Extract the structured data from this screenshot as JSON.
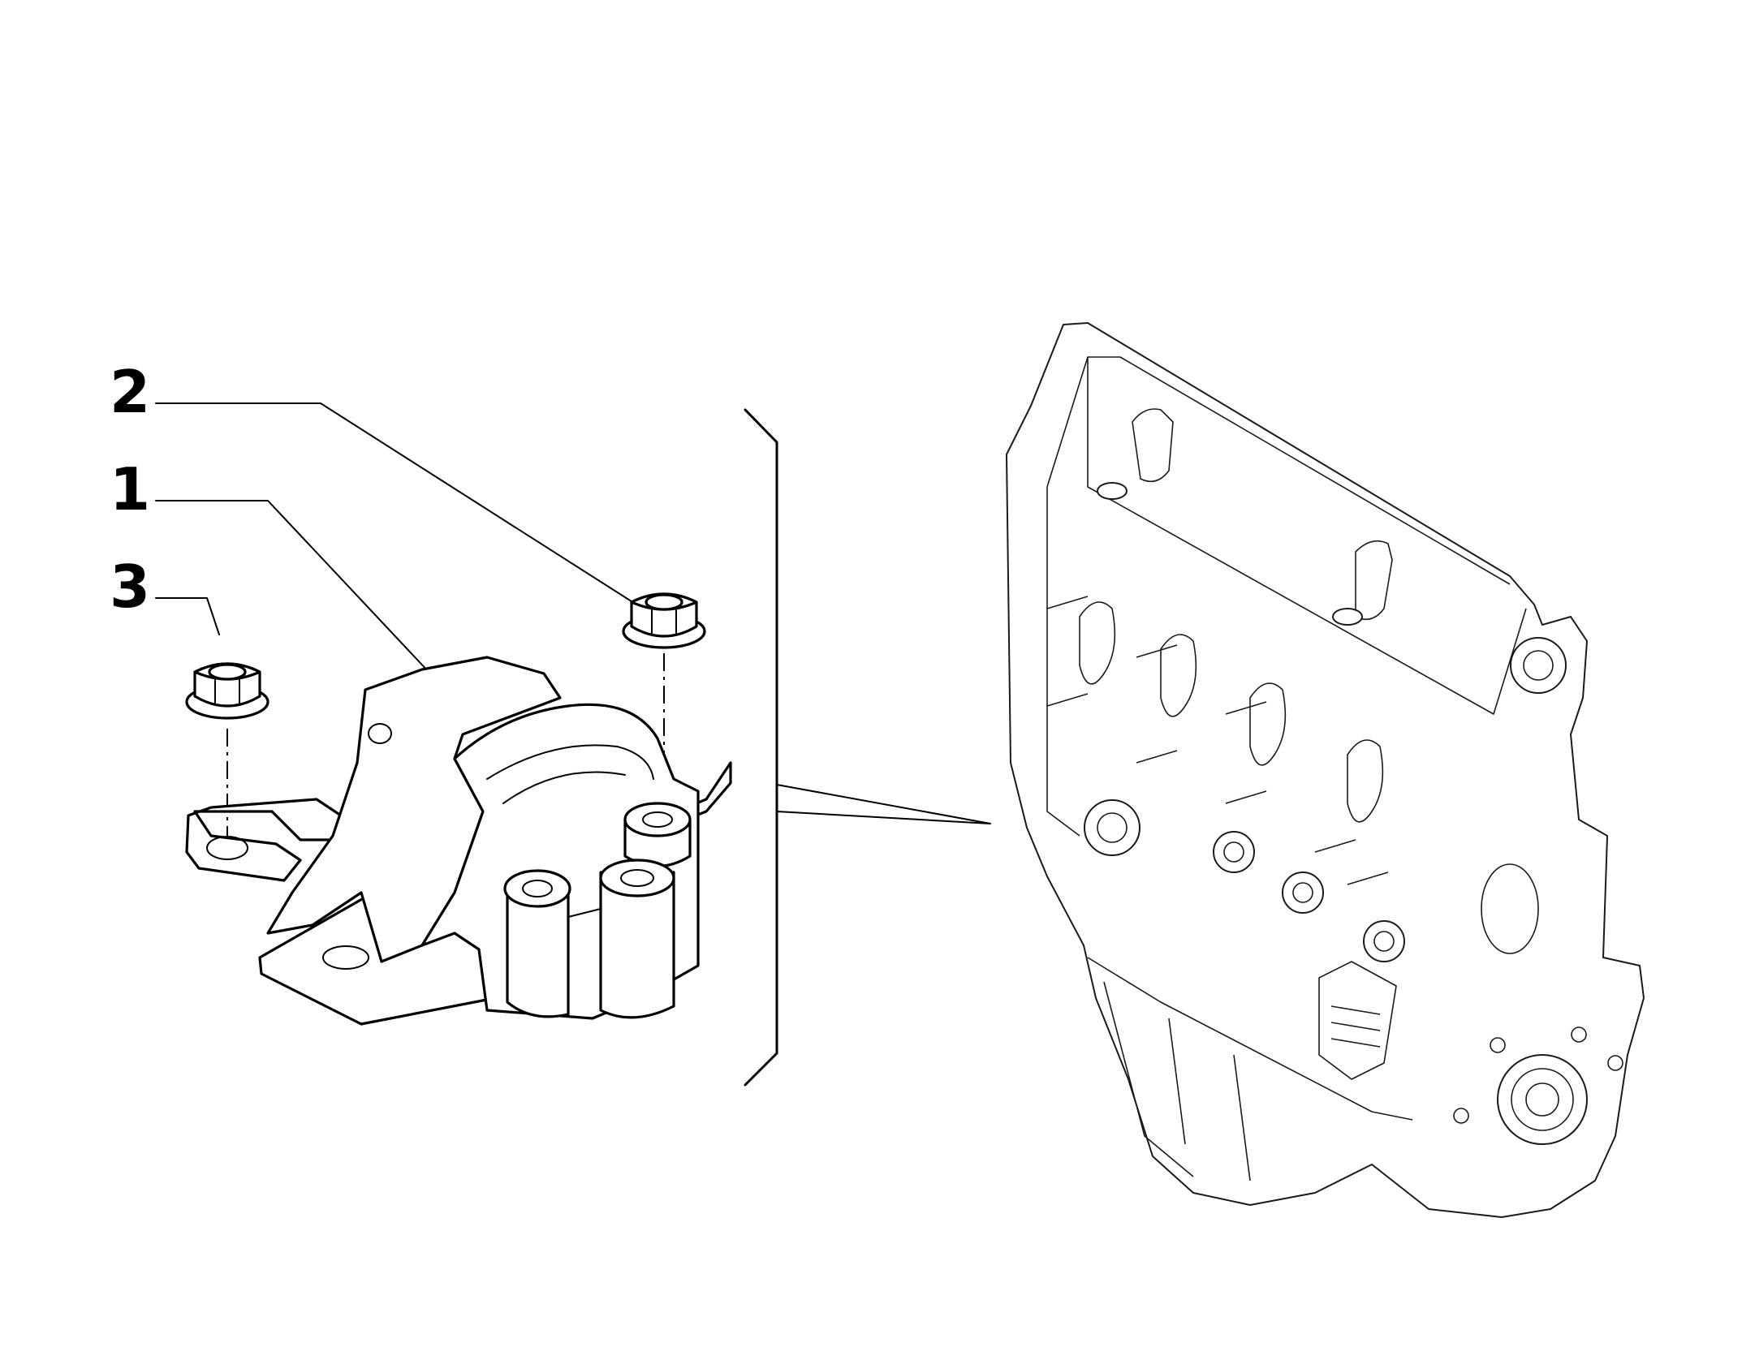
{
  "callouts": [
    {
      "id": "2",
      "label": "2",
      "part": "flange-nut"
    },
    {
      "id": "1",
      "label": "1",
      "part": "engine-mount-bracket"
    },
    {
      "id": "3",
      "label": "3",
      "part": "flange-nut"
    }
  ],
  "colors": {
    "line": "#000000",
    "background": "#ffffff"
  }
}
